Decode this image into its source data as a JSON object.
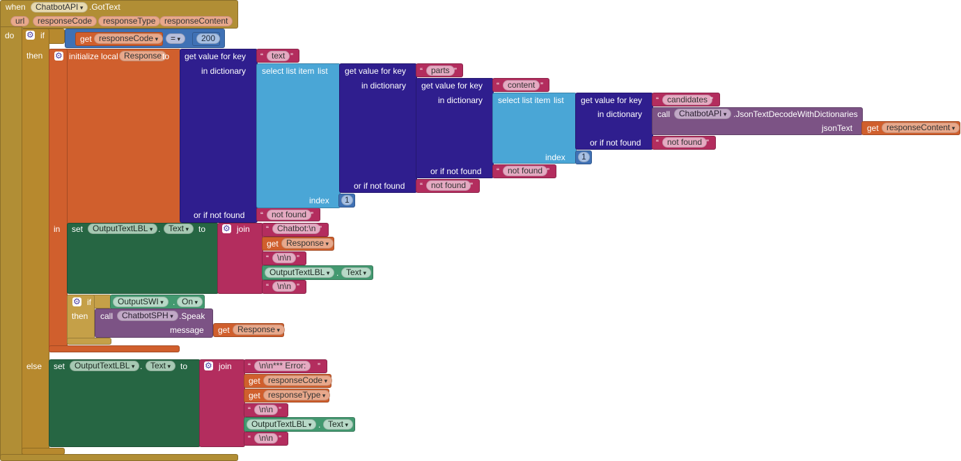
{
  "event": {
    "when_label": "when",
    "component": "ChatbotAPI",
    "event_name": ".GotText",
    "params": [
      "url",
      "responseCode",
      "responseType",
      "responseContent"
    ],
    "do_label": "do"
  },
  "if_block": {
    "if_label": "if",
    "then_label": "then",
    "else_label": "else",
    "cond_get_label": "get",
    "cond_var": "responseCode",
    "cond_op": "=",
    "cond_value": "200"
  },
  "init_local": {
    "label": "initialize local",
    "var_name": "Response",
    "to_label": "to",
    "in_label": "in"
  },
  "dict_labels": {
    "get_value_for_key": "get value for key",
    "in_dictionary": "in dictionary",
    "or_if_not_found": "or if not found"
  },
  "list_labels": {
    "select_list_item": "select list item",
    "list": "list",
    "index": "index"
  },
  "nested": {
    "key_text": "text",
    "key_parts": "parts",
    "key_content": "content",
    "key_candidates": "candidates",
    "index_value": "1",
    "not_found_text": "not found",
    "call_label": "call",
    "call_component": "ChatbotAPI",
    "call_method": ".JsonTextDecodeWithDictionaries",
    "json_text_label": "jsonText",
    "get_label": "get",
    "json_var": "responseContent"
  },
  "set_then": {
    "set_label": "set",
    "component": "OutputTextLBL",
    "dot": ".",
    "property": "Text",
    "to_label": "to",
    "join_label": "join",
    "chatbot_prefix": "Chatbot:\\n",
    "get_label": "get",
    "response_var": "Response",
    "newline_text": "\\n\\n"
  },
  "inner_if": {
    "if_label": "if",
    "then_label": "then",
    "switch_component": "OutputSWI",
    "switch_property": "On",
    "call_label": "call",
    "speech_component": "ChatbotSPH",
    "speech_method": ".Speak",
    "message_label": "message",
    "get_label": "get",
    "message_var": "Response"
  },
  "set_else": {
    "error_text": "\\n\\n*** Error: ",
    "get_label": "get",
    "code_var": "responseCode",
    "type_var": "responseType",
    "newline_text": "\\n\\n"
  },
  "colors": {
    "event": "#b18e35",
    "control": "#b7892e",
    "variable": "#d05f2d",
    "dictionary": "#2f1e8e",
    "list": "#4aa6d6",
    "text": "#b32d5e",
    "component_set": "#266643",
    "component_get": "#439970",
    "procedure_call": "#7c5385",
    "math": "#3f71b5"
  }
}
